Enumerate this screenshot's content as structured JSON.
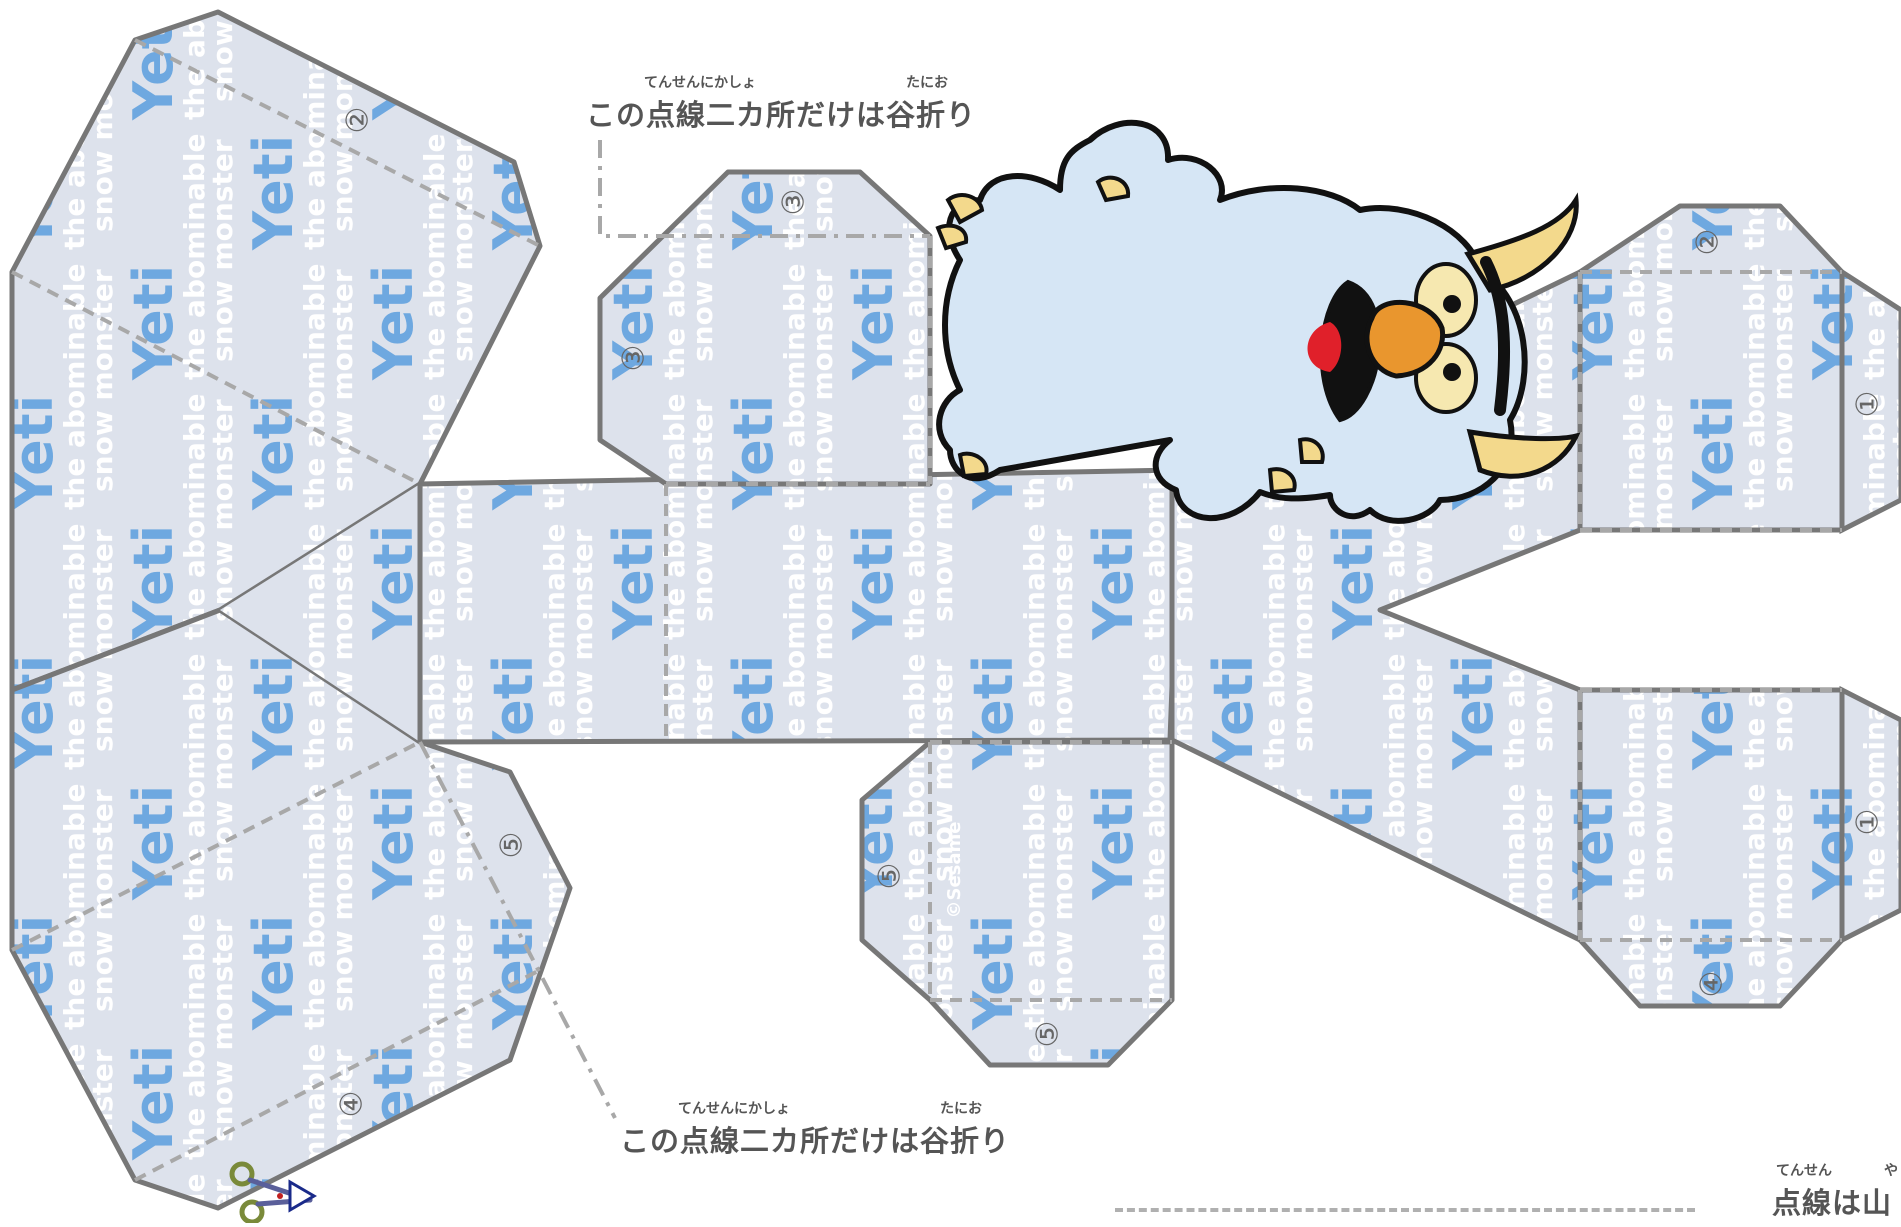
{
  "papercraft": {
    "character": "Yeti",
    "pattern_lines": [
      "the abominable",
      "snow monster"
    ],
    "copyright": "©Sesame"
  },
  "instructions": {
    "top": {
      "ruby_left": "てんせんにかしょ",
      "ruby_right": "たにお",
      "text": "この点線二カ所だけは谷折り"
    },
    "bottom": {
      "ruby_left": "てんせんにかしょ",
      "ruby_right": "たにお",
      "text": "この点線二カ所だけは谷折り"
    },
    "corner": {
      "ruby_left": "てんせん",
      "ruby_right": "や",
      "text": "点線は山"
    }
  },
  "tab_numbers": [
    "①",
    "②",
    "③",
    "④",
    "⑤"
  ],
  "colors": {
    "panel_fill": "#dde2ec",
    "yeti_text": "#6ea8e0",
    "pattern_text": "#ffffff",
    "outline": "#757575",
    "fold_line": "#a8a8a8",
    "yeti_fur": "#d6e6f5",
    "horn": "#f3d98c",
    "nose": "#e9962e",
    "tongue": "#e0202a"
  },
  "icons": [
    "scissors-icon"
  ]
}
